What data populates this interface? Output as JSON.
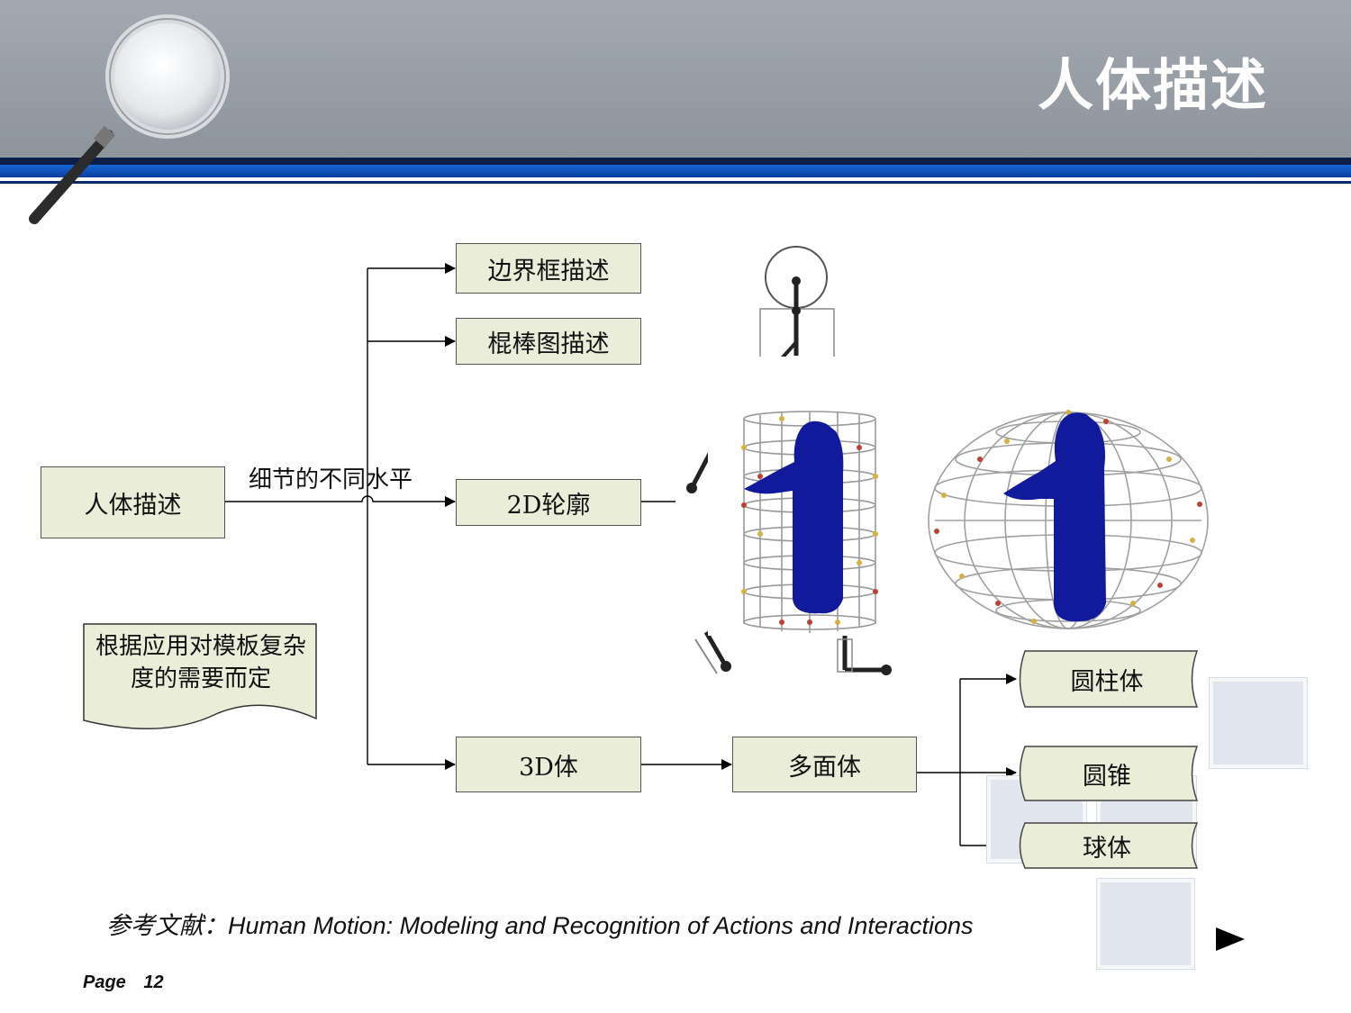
{
  "header": {
    "title": "人体描述"
  },
  "diagram": {
    "root": "人体描述",
    "edge_label": "细节的不同水平",
    "nodes": {
      "bbox": "边界框描述",
      "stick": "棍棒图描述",
      "contour": "2D轮廓",
      "volume": "3D体",
      "polyhedron": "多面体",
      "cylinder": "圆柱体",
      "cone": "圆锥",
      "sphere": "球体"
    },
    "note": "根据应用对模板复杂度的需要而定"
  },
  "footer": {
    "reference_prefix": "参考文献：",
    "reference": "Human Motion: Modeling and Recognition of Actions and Interactions",
    "page_label": "Page",
    "page_number": "12"
  },
  "colors": {
    "header_gray": "#969da5",
    "accent_blue": "#1566d6",
    "node_fill": "#eaeed9",
    "body_blue": "#101a9a"
  },
  "icons": [
    "magnifier-icon",
    "next-arrow-icon"
  ]
}
